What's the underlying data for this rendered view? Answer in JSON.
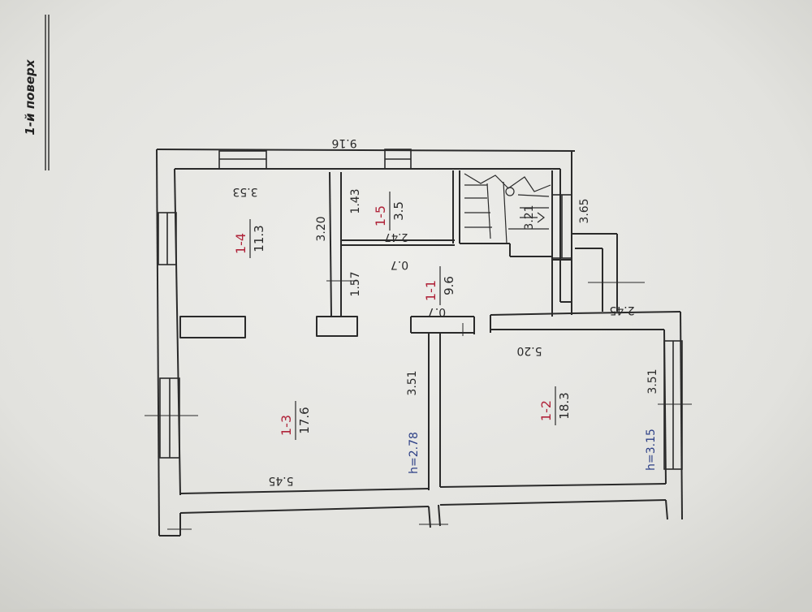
{
  "header": {
    "title": "1-й поверх"
  },
  "dimensions": {
    "overall_width": "9.16",
    "wall_top_left": "3.53",
    "height_1_4": "3.20",
    "height_1_5": "1.43",
    "lobby_mid": "1.57",
    "lobby_door_top": "0.7",
    "lobby_door_bottom": "0.7",
    "lobby_strip": "2.47",
    "stair_height": "3.21",
    "stair_right": "3.65",
    "bay_right": "2.45",
    "room_1_2_width": "5.20",
    "room_1_3_height": "3.51",
    "room_1_2_height": "3.51",
    "room_1_3_width": "5.45"
  },
  "rooms": [
    {
      "id": "1-4",
      "area": "11.3"
    },
    {
      "id": "1-5",
      "area": "3.5"
    },
    {
      "id": "1-1",
      "area": "9.6"
    },
    {
      "id": "1-3",
      "area": "17.6"
    },
    {
      "id": "1-2",
      "area": "18.3"
    }
  ],
  "ceiling_heights": {
    "room_1_3": "h=2.78",
    "room_1_2": "h=3.15"
  },
  "colors": {
    "paper": "#e9e9e6",
    "ink": "#2a2a2a",
    "room_id_red": "#b0243a",
    "height_blue": "#2c3f86"
  }
}
